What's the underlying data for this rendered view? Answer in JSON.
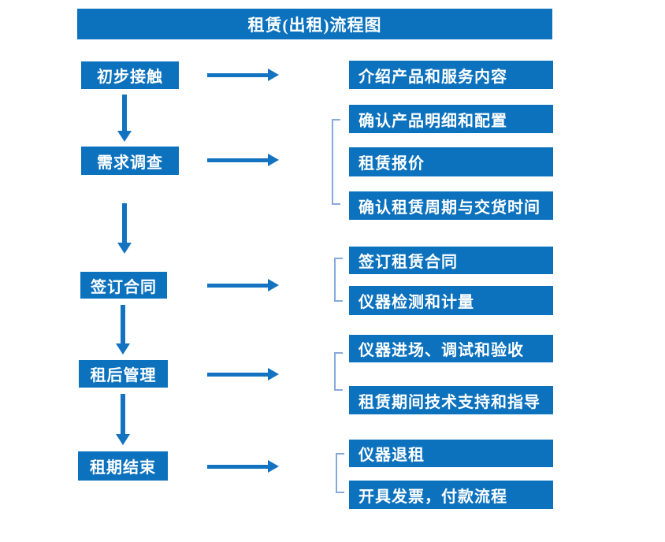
{
  "title": "租赁(出租)流程图",
  "steps": [
    {
      "label": "初步接触"
    },
    {
      "label": "需求调查"
    },
    {
      "label": "签订合同"
    },
    {
      "label": "租后管理"
    },
    {
      "label": "租期结束"
    }
  ],
  "details": [
    {
      "label": "介绍产品和服务内容"
    },
    {
      "label": "确认产品明细和配置"
    },
    {
      "label": "租赁报价"
    },
    {
      "label": "确认租赁周期与交货时间"
    },
    {
      "label": "签订租赁合同"
    },
    {
      "label": "仪器检测和计量"
    },
    {
      "label": "仪器进场、调试和验收"
    },
    {
      "label": "租赁期间技术支持和指导"
    },
    {
      "label": "仪器退租"
    },
    {
      "label": "开具发票，付款流程"
    }
  ],
  "colors": {
    "primary": "#0C72BE",
    "arrow": "#1373C1",
    "bracket": "#85A9DB",
    "text": "#FFFFFF",
    "background": "#FFFFFF"
  }
}
